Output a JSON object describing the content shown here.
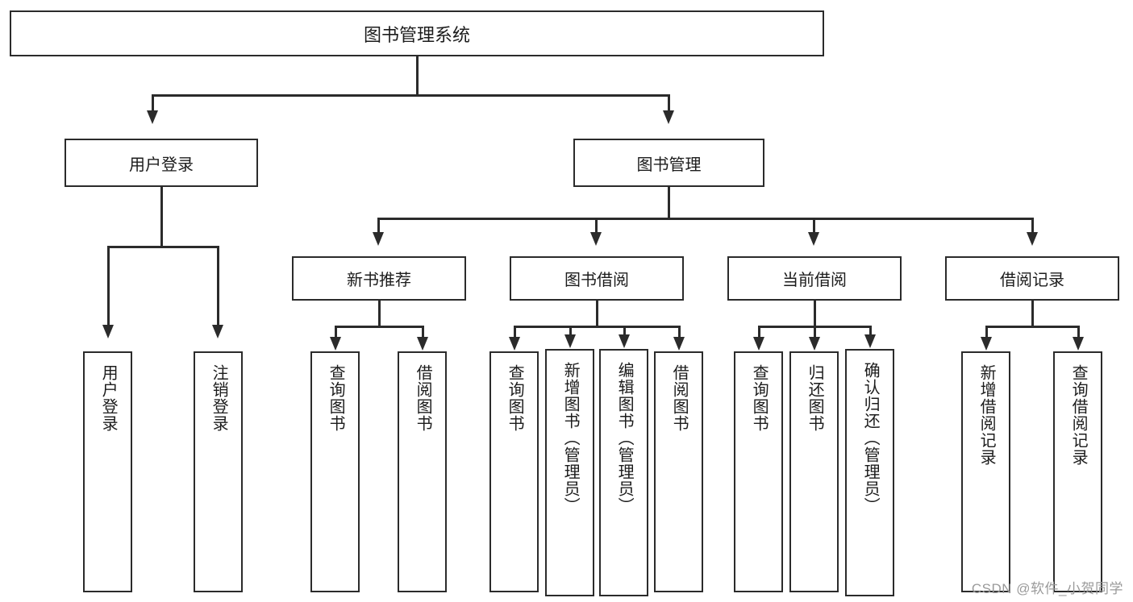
{
  "diagram": {
    "type": "tree",
    "title": "图书管理系统",
    "watermark": "CSDN @软件_小贺同学",
    "colors": {
      "background": "#ffffff",
      "stroke": "#2b2b2b",
      "text": "#1c1c1c",
      "watermark": "#9a9a9a"
    },
    "root": {
      "label": "图书管理系统"
    },
    "level2": [
      {
        "label": "用户登录"
      },
      {
        "label": "图书管理"
      }
    ],
    "level3": [
      {
        "label": "新书推荐"
      },
      {
        "label": "图书借阅"
      },
      {
        "label": "当前借阅"
      },
      {
        "label": "借阅记录"
      }
    ],
    "leaves": {
      "user_login": [
        {
          "label": "用户登录"
        },
        {
          "label": "注销登录"
        }
      ],
      "new_book_recommend": [
        {
          "label": "查询图书"
        },
        {
          "label": "借阅图书"
        }
      ],
      "book_borrow": [
        {
          "label": "查询图书"
        },
        {
          "label": "新增图书（管理员）"
        },
        {
          "label": "编辑图书（管理员）"
        },
        {
          "label": "借阅图书"
        }
      ],
      "current_borrow": [
        {
          "label": "查询图书"
        },
        {
          "label": "归还图书"
        },
        {
          "label": "确认归还（管理员）"
        }
      ],
      "borrow_records": [
        {
          "label": "新增借阅记录"
        },
        {
          "label": "查询借阅记录"
        }
      ]
    }
  }
}
